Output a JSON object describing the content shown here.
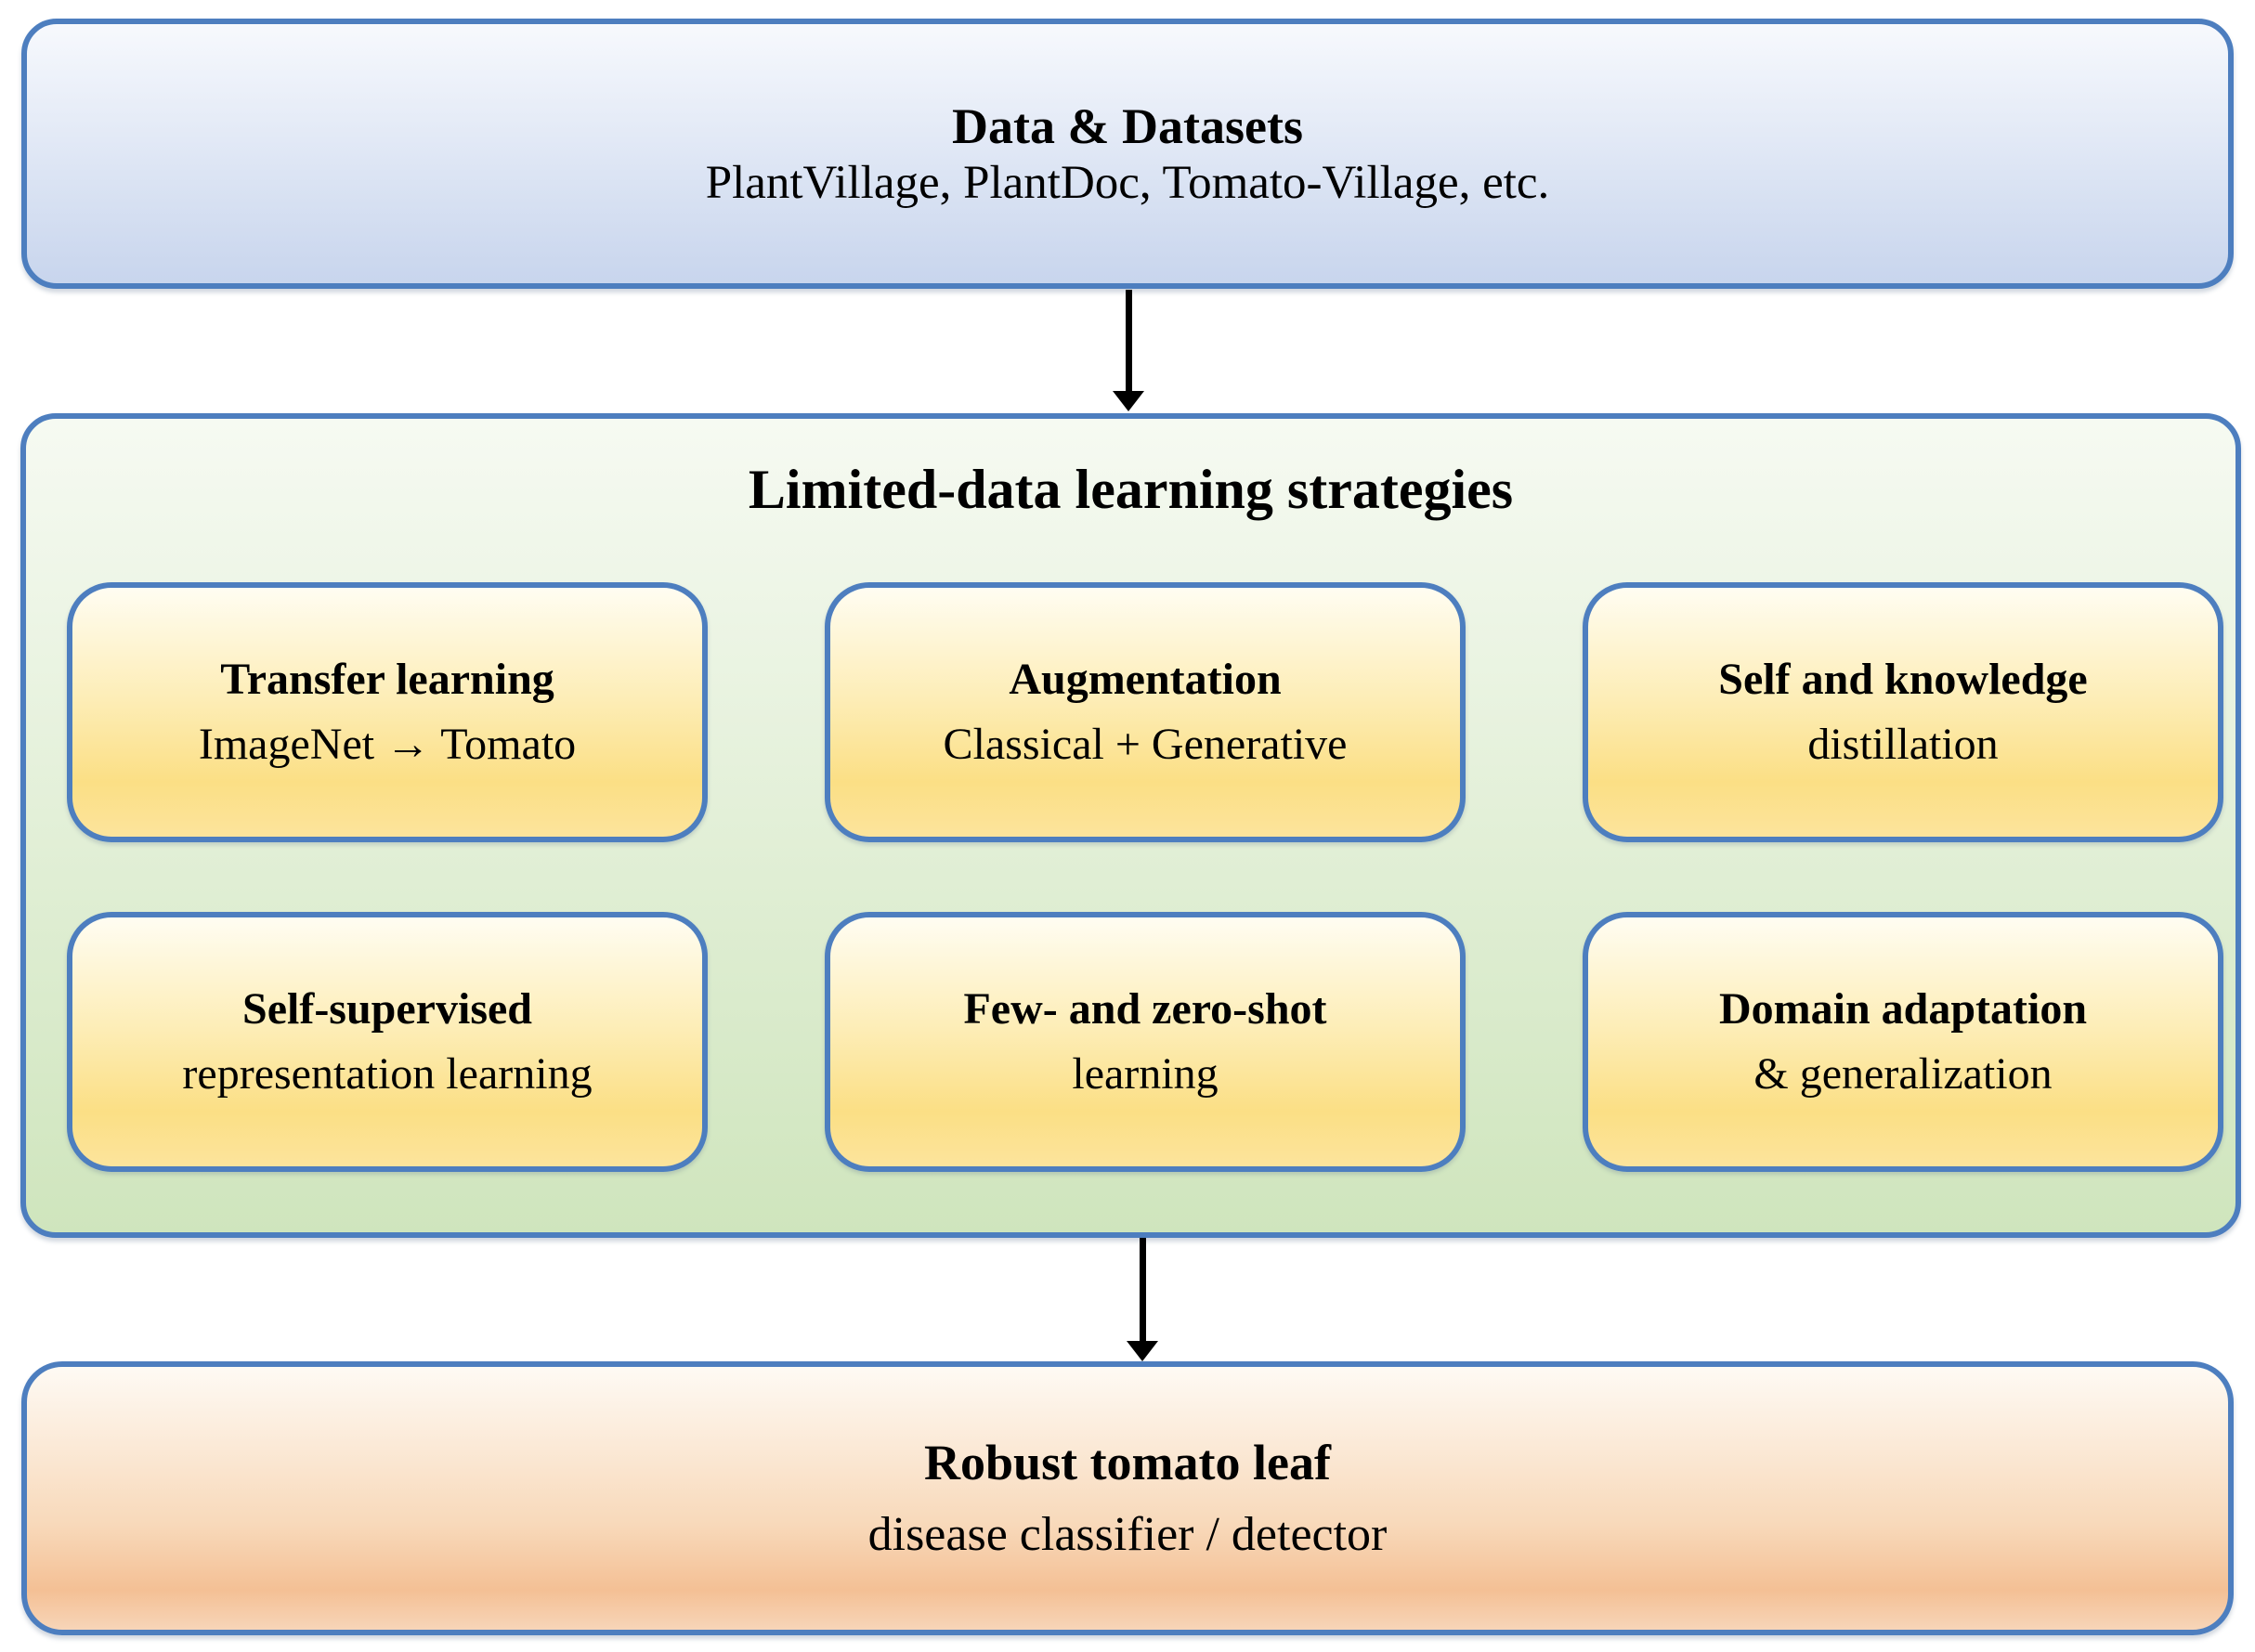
{
  "colors": {
    "border_blue": "#4d7ebf",
    "arrow_black": "#000000",
    "text_black": "#000000",
    "top_grad_start": "#f7f9fd",
    "top_grad_end": "#c8d5ed",
    "green_grad_start": "#f6faf2",
    "green_grad_end": "#cfe5bd",
    "card_grad_start": "#fffdf2",
    "card_grad_mid": "#fbdf85",
    "card_grad_end": "#fce49c",
    "output_grad_start": "#fefaf4",
    "output_grad_mid": "#f4c095",
    "output_grad_end": "#f7d5b8"
  },
  "top_box": {
    "title": "Data & Datasets",
    "subtitle": "PlantVillage, PlantDoc, Tomato-Village, etc."
  },
  "strategies_box": {
    "title": "Limited-data learning strategies",
    "cards": [
      {
        "line1": "Transfer learning",
        "line2": "ImageNet → Tomato"
      },
      {
        "line1": "Augmentation",
        "line2": "Classical + Generative"
      },
      {
        "line1": "Self and knowledge",
        "line2": "distillation"
      },
      {
        "line1": "Self-supervised",
        "line2": "representation learning"
      },
      {
        "line1": "Few- and zero-shot",
        "line2": "learning"
      },
      {
        "line1": "Domain adaptation",
        "line2": "& generalization"
      }
    ]
  },
  "output_box": {
    "line1": "Robust tomato leaf",
    "line2": "disease classifier / detector"
  }
}
